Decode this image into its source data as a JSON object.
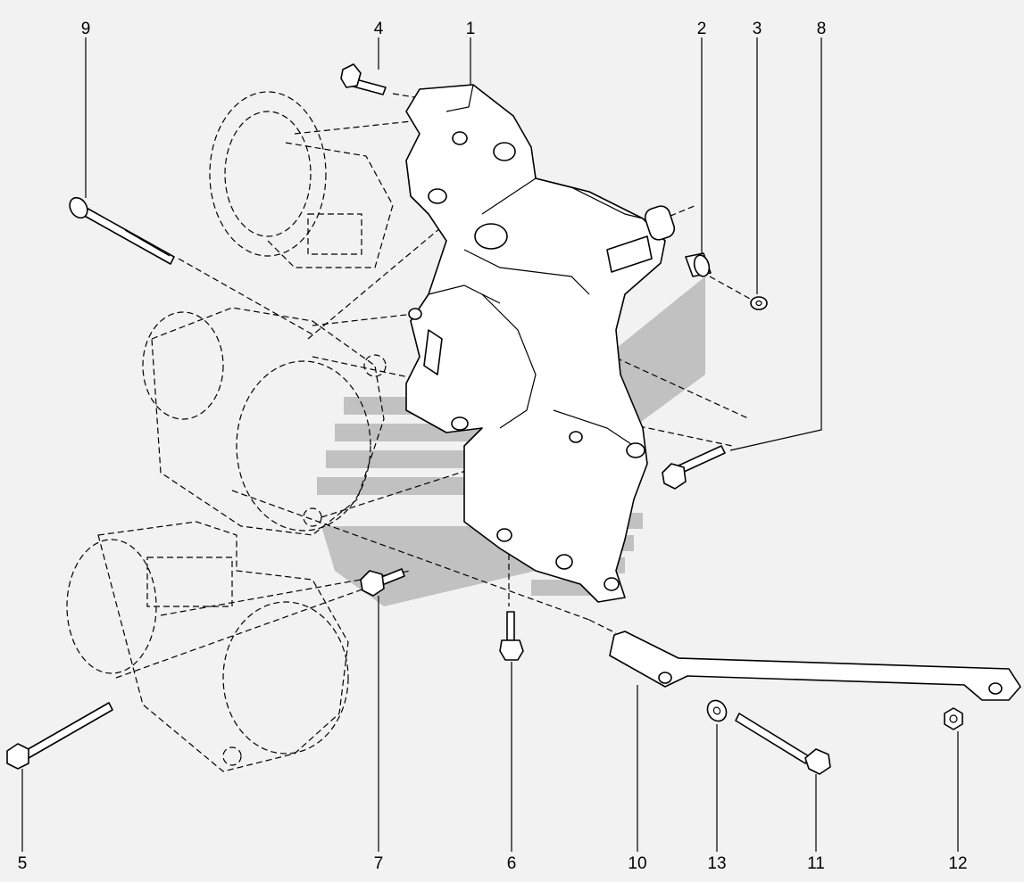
{
  "diagram": {
    "callouts": [
      {
        "id": "c1",
        "label": "1"
      },
      {
        "id": "c2",
        "label": "2"
      },
      {
        "id": "c3",
        "label": "3"
      },
      {
        "id": "c4",
        "label": "4"
      },
      {
        "id": "c5",
        "label": "5"
      },
      {
        "id": "c6",
        "label": "6"
      },
      {
        "id": "c7",
        "label": "7"
      },
      {
        "id": "c8",
        "label": "8"
      },
      {
        "id": "c9",
        "label": "9"
      },
      {
        "id": "c10",
        "label": "10"
      },
      {
        "id": "c11",
        "label": "11"
      },
      {
        "id": "c12",
        "label": "12"
      },
      {
        "id": "c13",
        "label": "13"
      }
    ]
  },
  "colors": {
    "background": "#f2f2f2",
    "line": "#000000",
    "watermark": "#b9b9b9"
  }
}
